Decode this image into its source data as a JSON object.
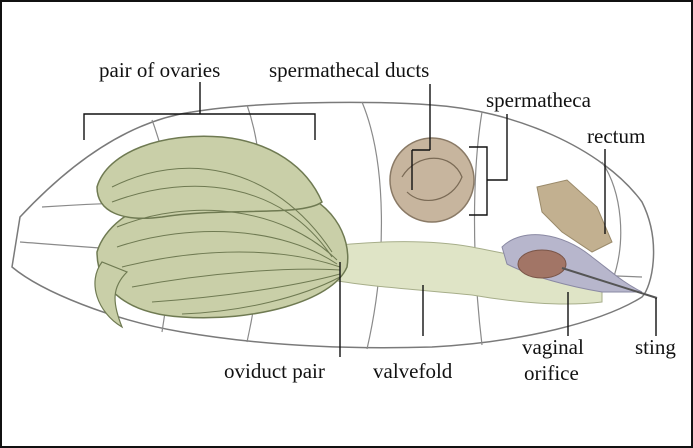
{
  "labels": {
    "ovaries": "pair of ovaries",
    "spermathecal_ducts": "spermathecal ducts",
    "spermatheca": "spermatheca",
    "rectum": "rectum",
    "oviduct_pair": "oviduct pair",
    "valvefold": "valvefold",
    "vaginal_orifice_line1": "vaginal",
    "vaginal_orifice_line2": "orifice",
    "sting": "sting"
  },
  "colors": {
    "ovary_fill": "#c9cfa8",
    "ovary_lines": "#6f7a52",
    "oviduct_fill": "#dfe4c6",
    "spermatheca_fill": "#c7b59e",
    "rectum_fill": "#c2b090",
    "sting_bulb": "#a27566",
    "sting_sheath": "#b7b6cc",
    "outline": "#7a7a7a",
    "leader": "#111111"
  }
}
